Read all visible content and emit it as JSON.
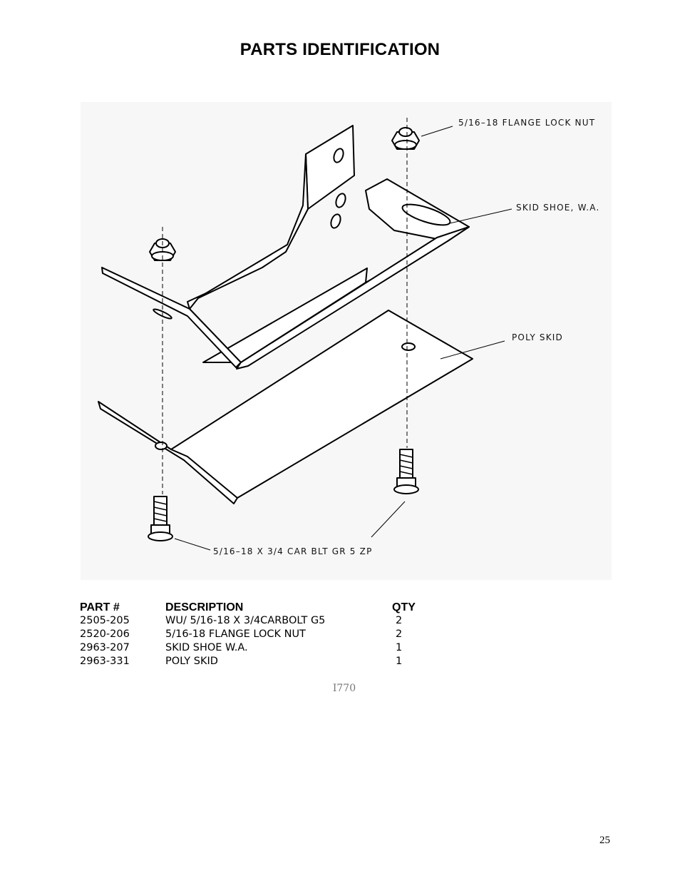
{
  "title": "PARTS IDENTIFICATION",
  "drawing": {
    "callouts": {
      "flange_lock_nut": "5/16–18 FLANGE LOCK NUT",
      "skid_shoe": "SKID SHOE, W.A.",
      "poly_skid": "POLY SKID",
      "carriage_bolt": "5/16–18 X 3/4 CAR BLT GR 5 ZP"
    }
  },
  "parts_table": {
    "headers": {
      "part": "PART #",
      "description": "DESCRIPTION",
      "qty": "QTY"
    },
    "rows": [
      {
        "part": "2505-205",
        "description": "WU/ 5/16-18 X 3/4CARBOLT G5",
        "qty": "2"
      },
      {
        "part": "2520-206",
        "description": "5/16-18 FLANGE LOCK NUT",
        "qty": "2"
      },
      {
        "part": "2963-207",
        "description": "SKID SHOE W.A.",
        "qty": "1"
      },
      {
        "part": "2963-331",
        "description": "POLY SKID",
        "qty": "1"
      }
    ]
  },
  "doc_code": "I770",
  "page_number": "25"
}
